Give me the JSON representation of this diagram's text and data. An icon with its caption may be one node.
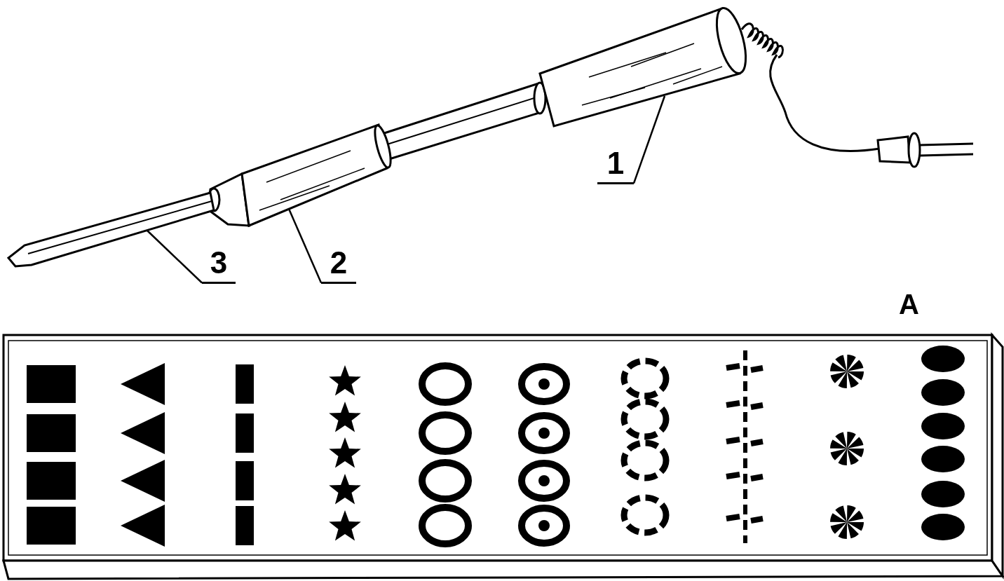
{
  "diagram": {
    "nodes": [
      {
        "text": [
          "1"
        ]
      },
      {
        "text": [
          "2"
        ]
      },
      {
        "text": [
          "3"
        ]
      },
      {
        "text": [],
        "shape": "picture"
      },
      {
        "text": [],
        "shape": "picture"
      },
      {
        "text": [],
        "shape": "picture"
      }
    ],
    "edges": [
      {
        "from": 0,
        "to": 3,
        "arrow": "none"
      },
      {
        "from": 1,
        "to": 4,
        "arrow": "none"
      },
      {
        "from": 2,
        "to": 5,
        "arrow": "none"
      }
    ],
    "labels": [
      "A"
    ]
  }
}
